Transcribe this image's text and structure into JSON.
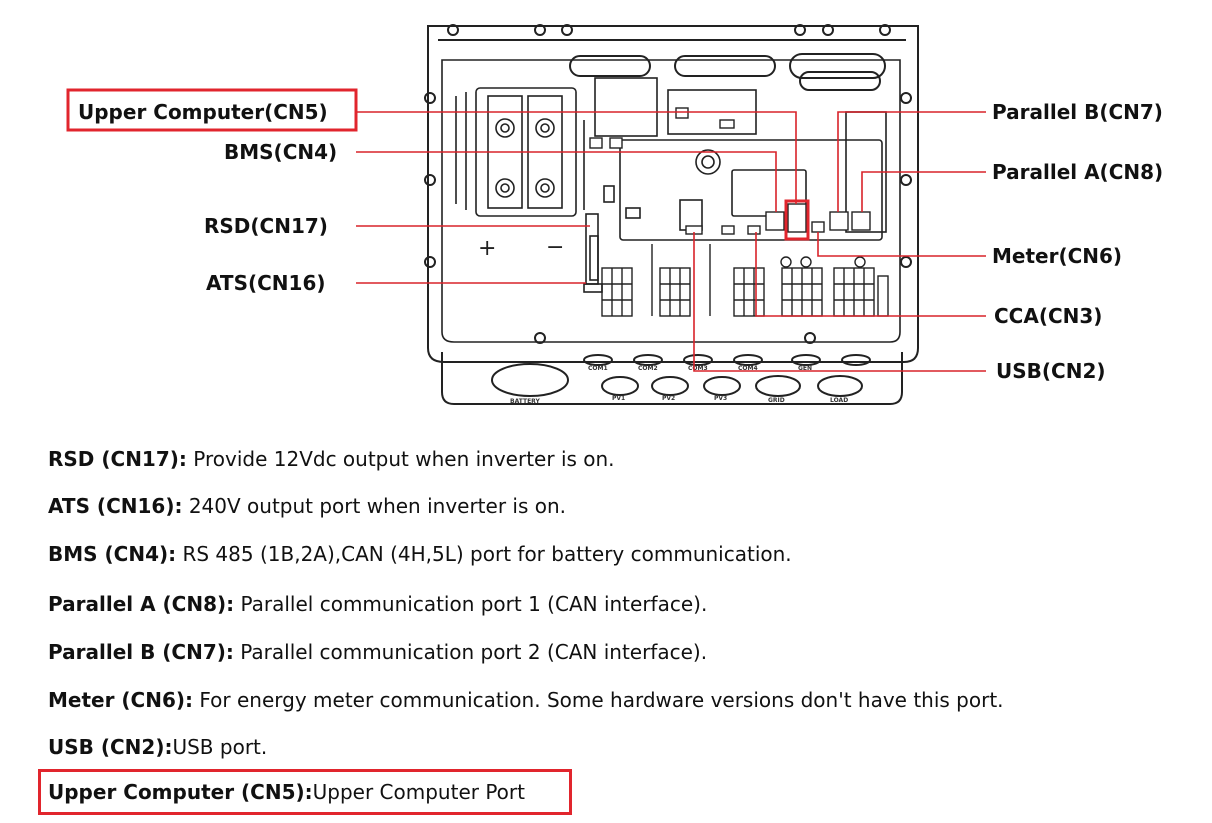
{
  "callouts": {
    "upper_computer": "Upper Computer(CN5)",
    "bms": "BMS(CN4)",
    "rsd": "RSD(CN17)",
    "ats": "ATS(CN16)",
    "parallel_b": "Parallel B(CN7)",
    "parallel_a": "Parallel A(CN8)",
    "meter": "Meter(CN6)",
    "cca": "CCA(CN3)",
    "usb": "USB(CN2)"
  },
  "board_marks": {
    "plus": "+",
    "minus": "−",
    "battery": "BATTERY",
    "com1": "COM1",
    "com2": "COM2",
    "com3": "COM3",
    "com4": "COM4",
    "gen": "GEN",
    "pv1": "PV1",
    "pv2": "PV2",
    "pv3": "PV3",
    "grid": "GRID",
    "load": "LOAD"
  },
  "descriptions": [
    {
      "label": "RSD (CN17):",
      "text": " Provide 12Vdc output when inverter is on."
    },
    {
      "label": "ATS (CN16):",
      "text": " 240V output port when inverter is on."
    },
    {
      "label": "BMS (CN4):",
      "text": " RS 485 (1B,2A),CAN (4H,5L) port for battery communication."
    },
    {
      "label": "Parallel A (CN8):",
      "text": " Parallel communication port 1 (CAN interface)."
    },
    {
      "label": "Parallel B (CN7):",
      "text": " Parallel communication port 2 (CAN interface)."
    },
    {
      "label": "Meter (CN6):",
      "text": " For energy meter communication. Some hardware versions don't have this port."
    },
    {
      "label": "USB (CN2):",
      "text": "USB port."
    },
    {
      "label": "Upper Computer (CN5):",
      "text": "Upper Computer Port"
    }
  ],
  "colors": {
    "highlight": "#e1252d",
    "leader_line": "#d8232a",
    "outline": "#222222"
  }
}
